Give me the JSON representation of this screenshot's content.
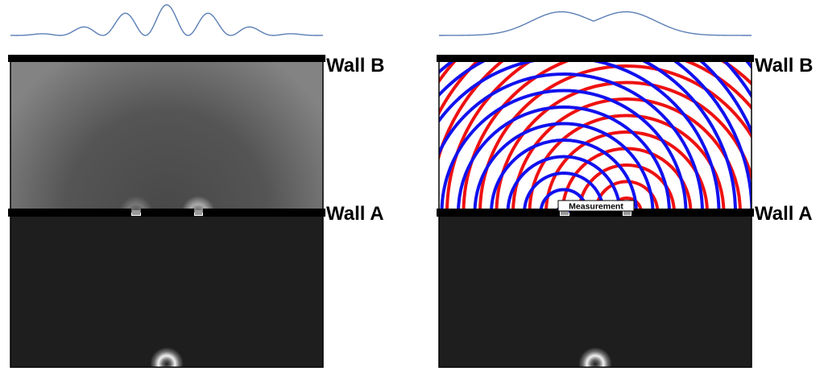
{
  "left_panel": {
    "wall_b_label": "Wall B",
    "wall_a_label": "Wall A"
  },
  "right_panel": {
    "wall_b_label": "Wall B",
    "wall_a_label": "Wall A",
    "measurement_label": "Measurement"
  },
  "colors": {
    "curve": "#5b7fb5",
    "wall": "#000000",
    "wave_crest_red": "#ee1111",
    "wave_crest_blue": "#1111ee",
    "wave_dark": "#1e1e1e",
    "wave_light": "#f2f2f2"
  },
  "patterns": {
    "left_detector_curve": "interference",
    "right_detector_curve": "two-hump, no interference"
  }
}
